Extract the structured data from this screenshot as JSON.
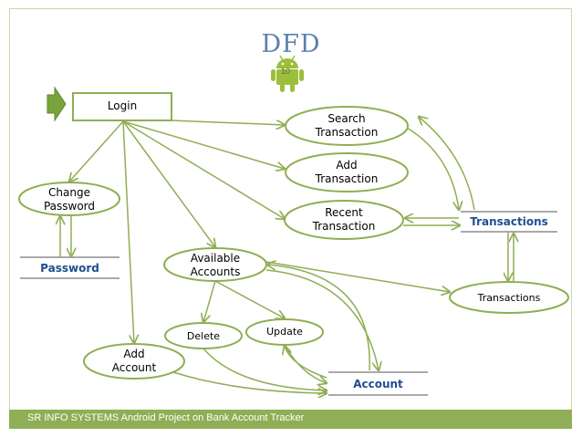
{
  "slide": {
    "title": "DFD",
    "page_number": "10",
    "footer": "SR INFO SYSTEMS Android Project on Bank Account Tracker"
  },
  "nodes": {
    "login": "Login",
    "search_transaction": [
      "Search",
      "Transaction"
    ],
    "add_transaction": [
      "Add",
      "Transaction"
    ],
    "recent_transaction": [
      "Recent",
      "Transaction"
    ],
    "change_password": [
      "Change",
      "Password"
    ],
    "available_accounts": [
      "Available",
      "Accounts"
    ],
    "delete": "Delete",
    "update": "Update",
    "add_account": [
      "Add",
      "Account"
    ],
    "transactions_process": "Transactions"
  },
  "stores": {
    "password": "Password",
    "transactions": "Transactions",
    "account": "Account"
  },
  "colors": {
    "line": "#8fae55",
    "store_text": "#1f4e91",
    "title": "#5b7fae"
  }
}
